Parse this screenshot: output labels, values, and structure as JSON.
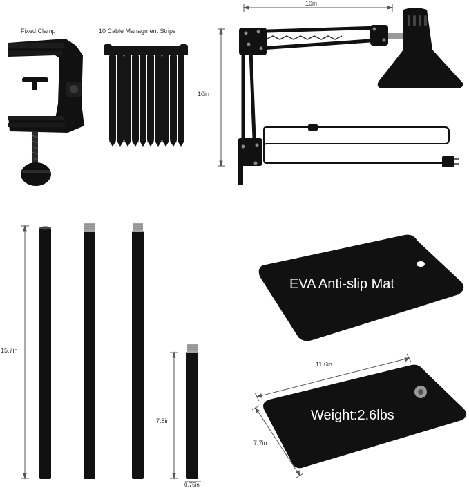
{
  "labels": {
    "fixed_clamp": "Fixed Clamp",
    "cable_strips": "10 Cable Managment Strips",
    "arm_width": "10in",
    "arm_height": "10in",
    "pole_long": "15.7in",
    "pole_short": "7.8in",
    "pole_diameter": "0.75in",
    "base_width": "11.6in",
    "base_depth": "7.7in"
  },
  "mats": {
    "top_text": "EVA Anti-slip Mat",
    "bottom_text": "Weight:2.6lbs"
  },
  "colors": {
    "product": "#111111",
    "dimension_line": "#555555",
    "metal": "#9a9a9a"
  }
}
